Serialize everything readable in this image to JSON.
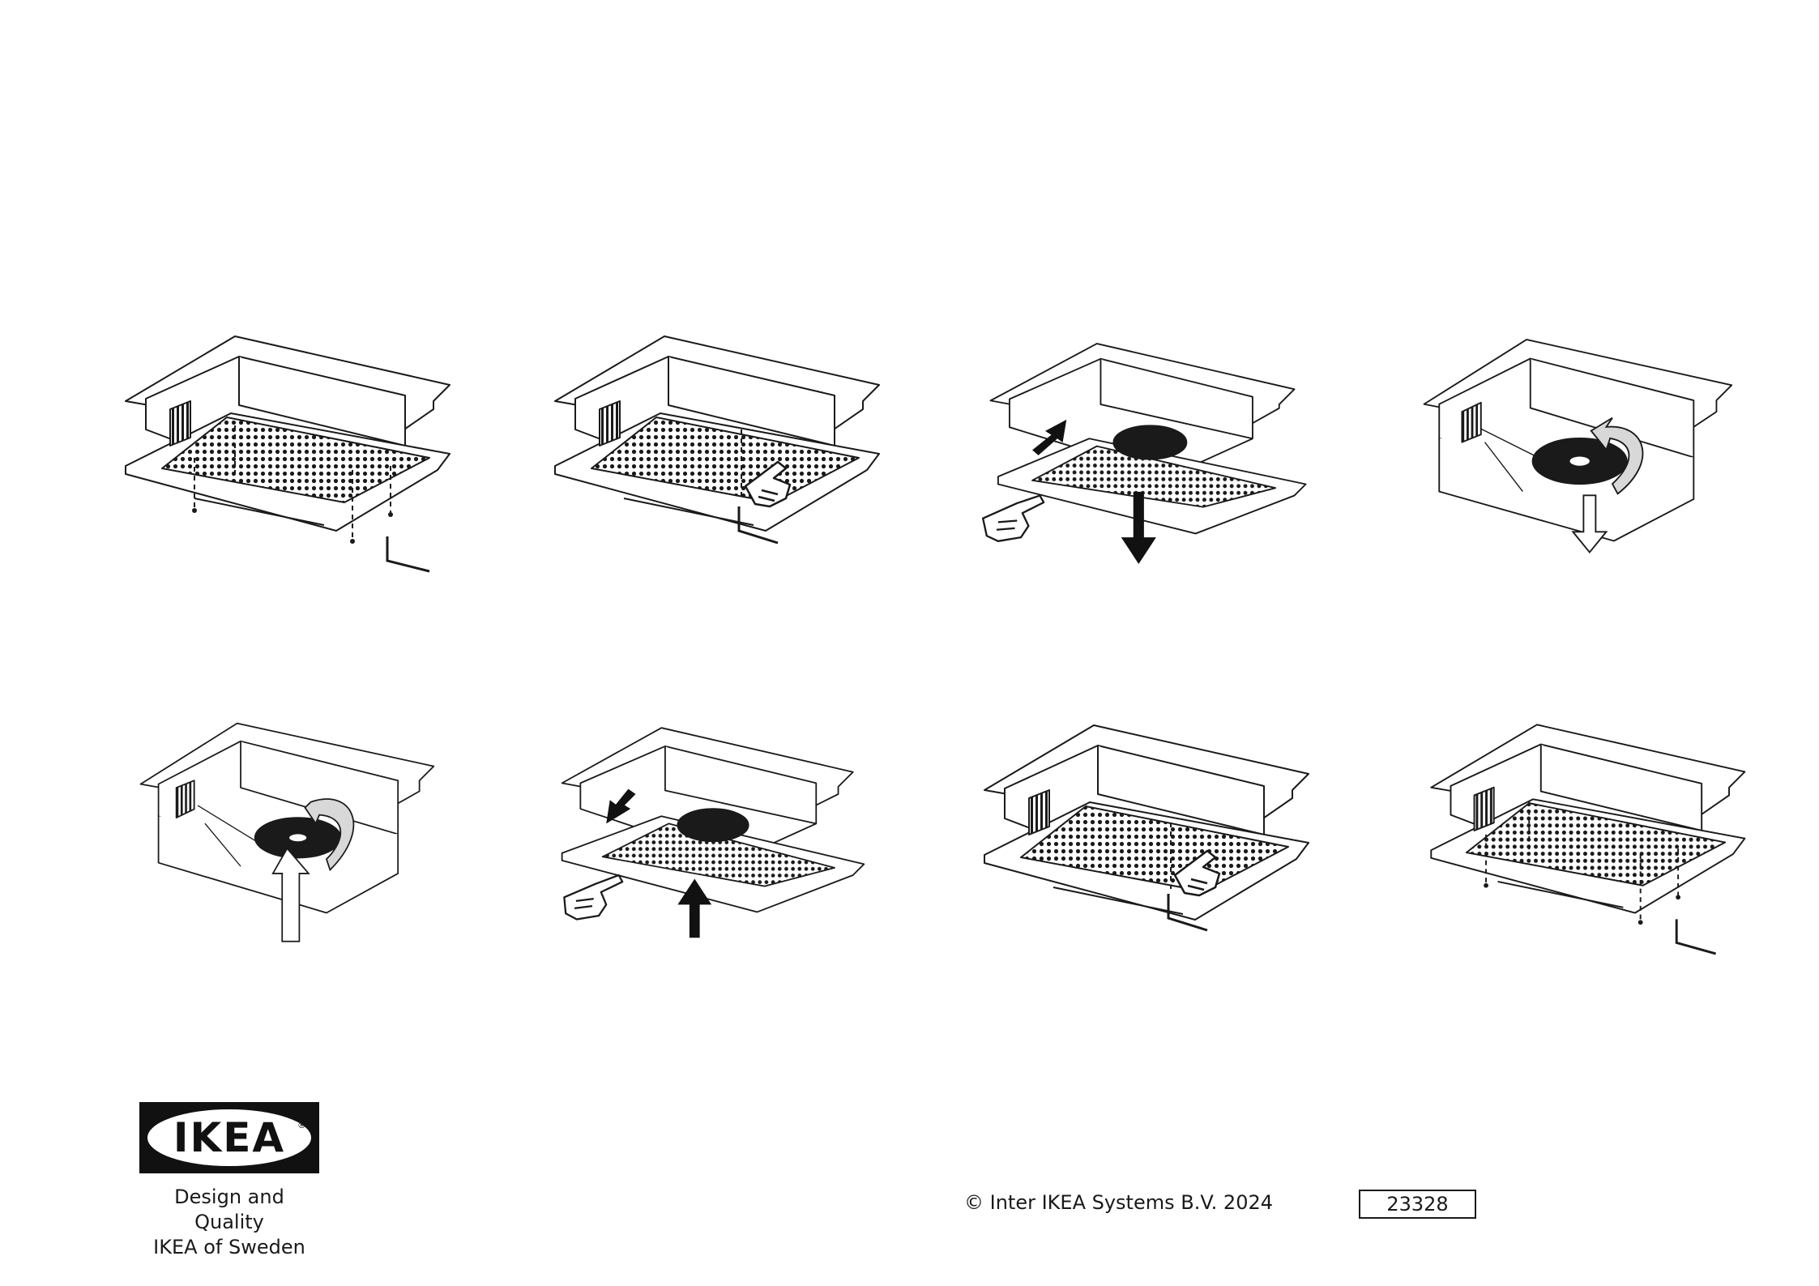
{
  "brand": {
    "logo_text": "IKEA",
    "logo_mark": "®",
    "tagline_line1": "Design and Quality",
    "tagline_line2": "IKEA of Sweden"
  },
  "footer": {
    "copyright": "© Inter IKEA Systems B.V. 2024",
    "doc_number": "23328"
  },
  "steps": [
    {
      "id": 1,
      "action": "unscrew-grille",
      "icons": [
        "screw-icon",
        "allen-key-icon"
      ]
    },
    {
      "id": 2,
      "action": "release-latch",
      "icons": [
        "pointing-hand-icon",
        "allen-key-icon"
      ]
    },
    {
      "id": 3,
      "action": "lower-grille",
      "icons": [
        "pointing-hand-icon",
        "down-arrow-icon"
      ]
    },
    {
      "id": 4,
      "action": "remove-filter",
      "icons": [
        "rotate-arrow-icon",
        "down-arrow-icon"
      ]
    },
    {
      "id": 5,
      "action": "insert-filter",
      "icons": [
        "rotate-arrow-icon",
        "up-arrow-icon"
      ]
    },
    {
      "id": 6,
      "action": "raise-grille",
      "icons": [
        "pointing-hand-icon",
        "up-arrow-icon"
      ]
    },
    {
      "id": 7,
      "action": "lock-latch",
      "icons": [
        "pointing-hand-icon",
        "allen-key-icon"
      ]
    },
    {
      "id": 8,
      "action": "screw-grille",
      "icons": [
        "screw-icon",
        "allen-key-icon"
      ]
    }
  ],
  "colors": {
    "ink": "#1a1a1a",
    "paper": "#ffffff",
    "arrow_fill": "#111111",
    "rotate_fill": "#d8d8d8"
  }
}
